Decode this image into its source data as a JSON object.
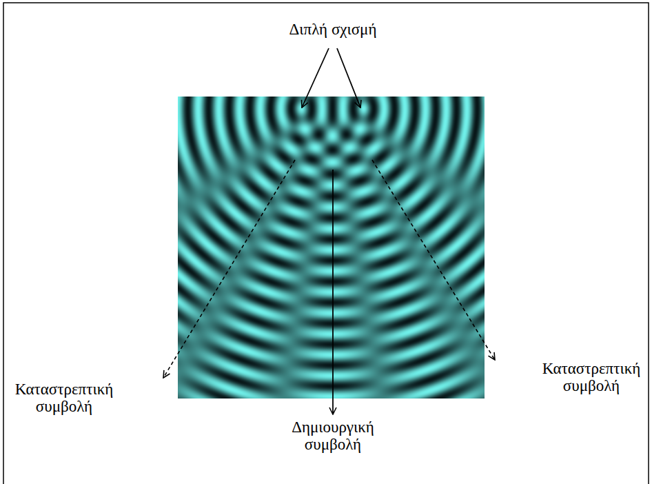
{
  "diagram": {
    "labels": [
      "Διπλή σχισμή",
      "Καταστρεπτική συμβολή",
      "Δημιουργική συμβολή",
      "Καταστρεπτική συμβολή"
    ]
  }
}
